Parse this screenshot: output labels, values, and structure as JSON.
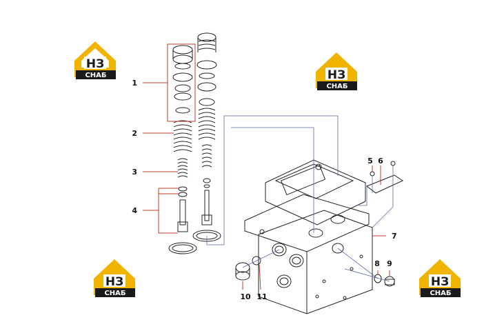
{
  "logo": {
    "letters": "НЗ",
    "caption": "СНАБ",
    "colors": {
      "roof": "#f0b400",
      "dark": "#1a1a1a",
      "text_bg": "#1a1a1a",
      "text_fg": "#ffffff"
    }
  },
  "callouts": [
    {
      "id": "1",
      "label": "1"
    },
    {
      "id": "2",
      "label": "2"
    },
    {
      "id": "3",
      "label": "3"
    },
    {
      "id": "4",
      "label": "4"
    },
    {
      "id": "5",
      "label": "5"
    },
    {
      "id": "6",
      "label": "6"
    },
    {
      "id": "7",
      "label": "7"
    },
    {
      "id": "8",
      "label": "8"
    },
    {
      "id": "9",
      "label": "9"
    },
    {
      "id": "10",
      "label": "10"
    },
    {
      "id": "11",
      "label": "11"
    }
  ],
  "colors": {
    "leader": "#c0392b",
    "frame": "#5a6a9a",
    "line": "#222222"
  }
}
